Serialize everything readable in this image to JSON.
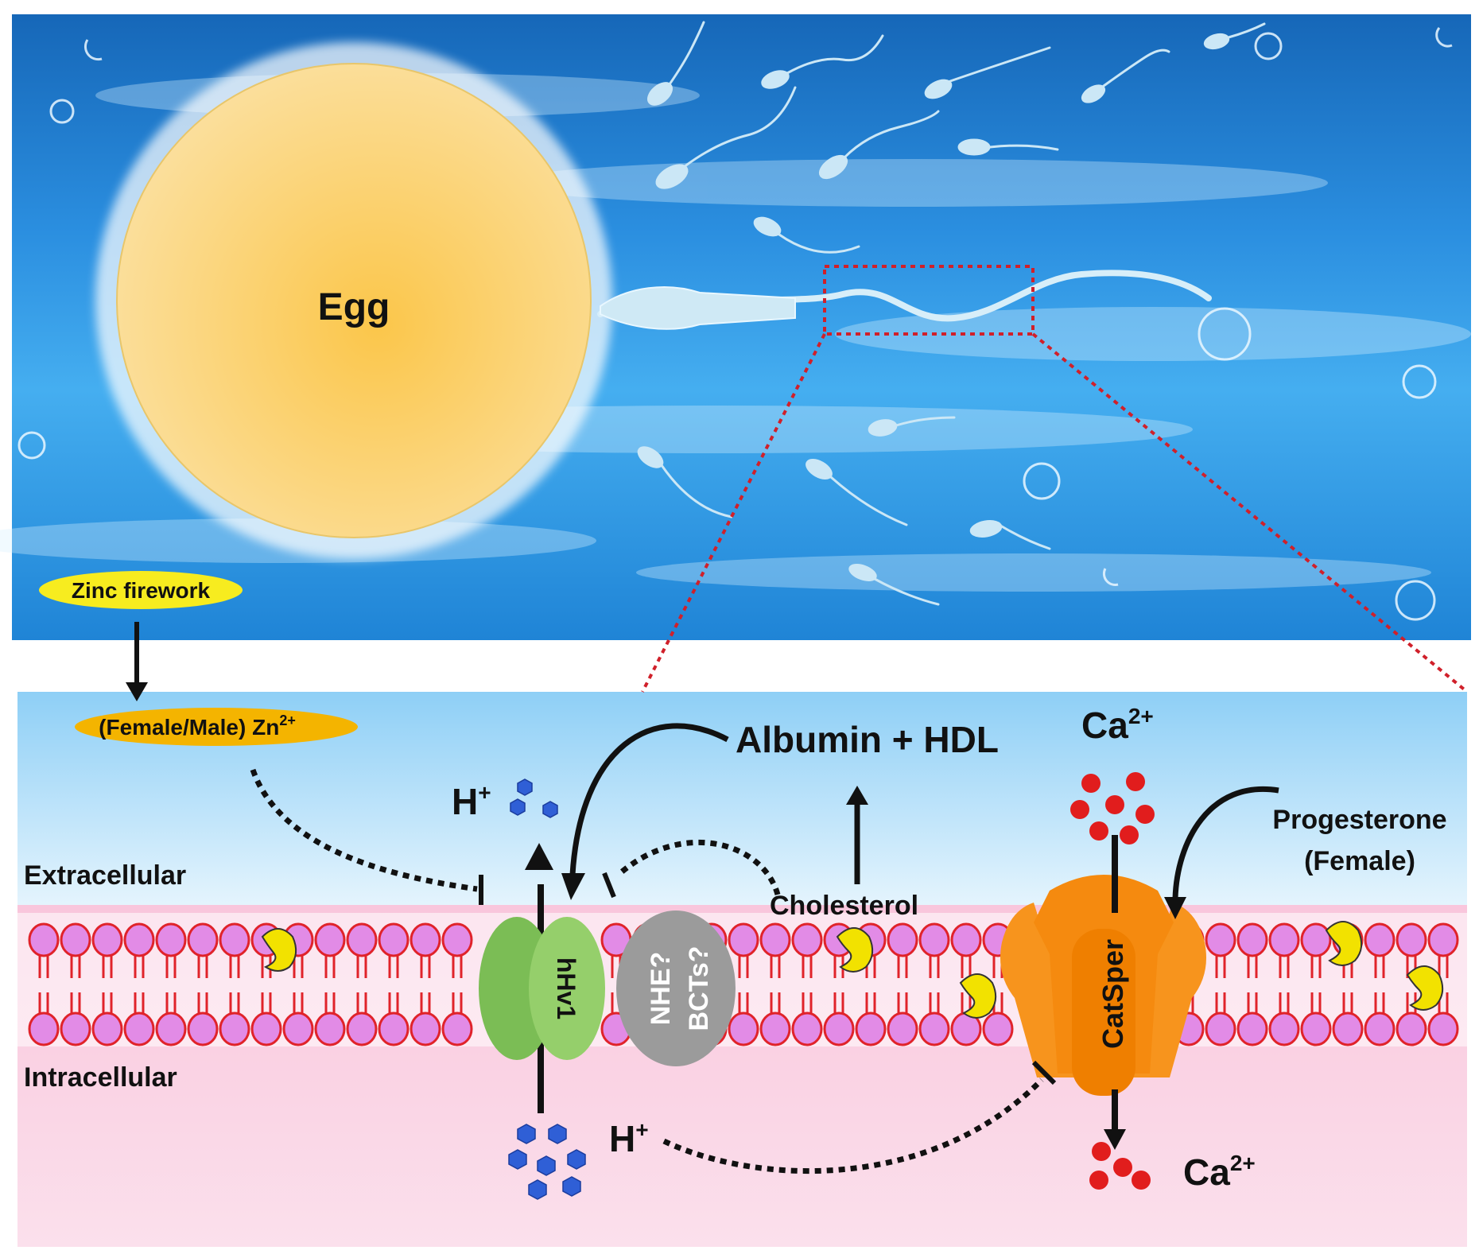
{
  "top": {
    "egg_label": "Egg",
    "zinc_firework": "Zinc firework"
  },
  "bottom": {
    "zn_label": "(Female/Male) Zn",
    "zn_charge": "2+",
    "extracellular": "Extracellular",
    "intracellular": "Intracellular",
    "albumin_hdl": "Albumin + HDL",
    "ca_top": "Ca",
    "ca_top_charge": "2+",
    "ca_bottom": "Ca",
    "ca_bottom_charge": "2+",
    "h_top": "H",
    "h_top_charge": "+",
    "h_bottom": "H",
    "h_bottom_charge": "+",
    "cholesterol": "Cholesterol",
    "progesterone_line1": "Progesterone",
    "progesterone_line2": "(Female)",
    "hhv1": "hHv1",
    "nhe": "NHE?",
    "bcts": "BCTs?",
    "catsper": "CatSper"
  },
  "colors": {
    "egg": "#fbd98a",
    "zinc_badge": "#f7ec1f",
    "zn_badge": "#f4b400",
    "hhv1": "#86c75c",
    "catsper": "#f7941d",
    "nhe_bcts": "#9b9b9b",
    "lipid_head": "#e28be6",
    "lipid_stroke": "#e0232a",
    "cholesterol": "#f2e200",
    "proton": "#2f5fd6",
    "calcium": "#e11d1d",
    "dotted_box": "#d0202a"
  },
  "icons": [
    "cholesterol-icon",
    "proton-icon",
    "calcium-icon",
    "lipid-head-icon"
  ]
}
